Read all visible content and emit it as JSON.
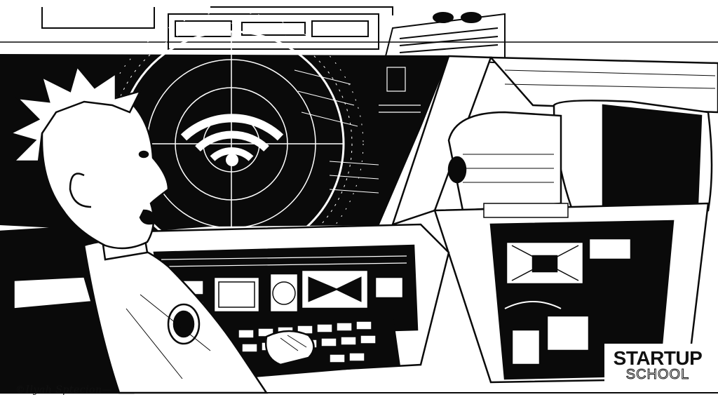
{
  "illustration": {
    "description_icon": "pilot-in-cockpit-illustration",
    "ink_color": "#0a0a0a",
    "paper_color": "#ffffff"
  },
  "signature": {
    "text": "©Ilyah Sptecion—"
  },
  "logo": {
    "line1": "STARTUP",
    "line2": "SCHOOL"
  }
}
